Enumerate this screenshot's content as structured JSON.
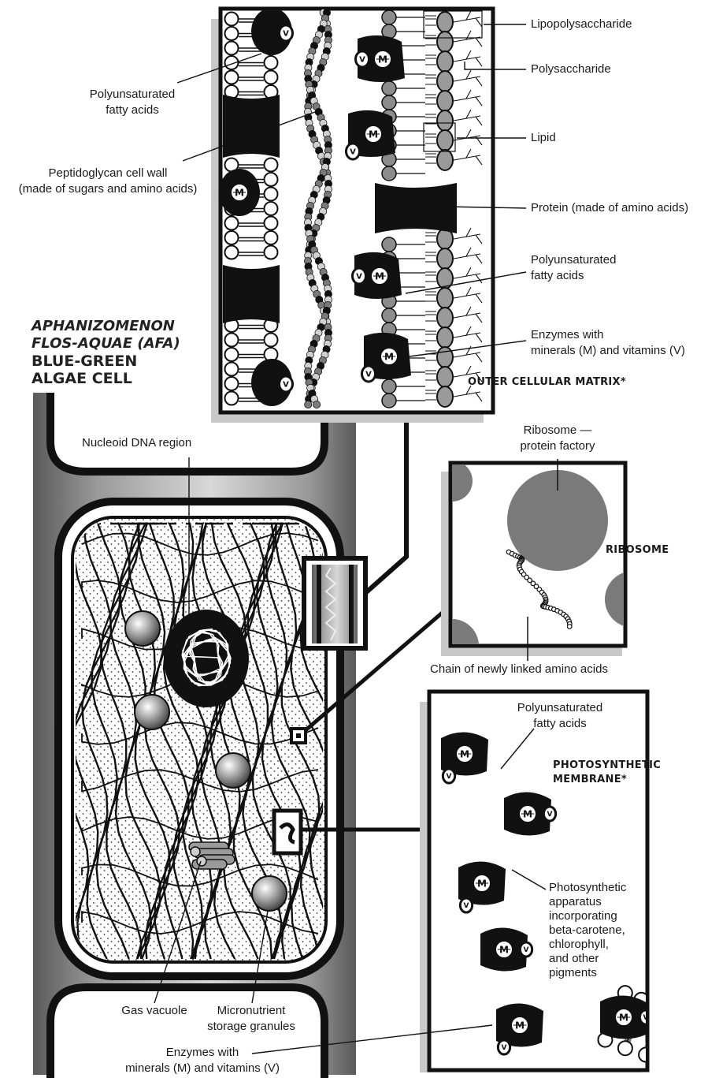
{
  "title": {
    "line1": "APHANIZOMENON",
    "line2": "FLOS-AQUAE (AFA)",
    "line3": "BLUE-GREEN",
    "line4": "ALGAE CELL"
  },
  "outer_matrix": {
    "heading": "OUTER CELLULAR MATRIX*",
    "labels": {
      "lipopolysaccharide": "Lipopolysaccharide",
      "polysaccharide": "Polysaccharide",
      "lipid": "Lipid",
      "protein": "Protein (made of amino acids)",
      "pufa_right_1": "Polyunsaturated",
      "pufa_right_2": "fatty acids",
      "enzymes_right_1": "Enzymes with",
      "enzymes_right_2": "minerals (M) and vitamins (V)",
      "pufa_left_1": "Polyunsaturated",
      "pufa_left_2": "fatty acids",
      "peptidoglycan_1": "Peptidoglycan cell wall",
      "peptidoglycan_2": "(made of sugars and amino acids)"
    }
  },
  "cell": {
    "nucleoid": "Nucleoid DNA region",
    "gas_vacuole": "Gas vacuole",
    "granules_1": "Micronutrient",
    "granules_2": "storage granules",
    "enzymes_1": "Enzymes with",
    "enzymes_2": "minerals (M) and vitamins (V)"
  },
  "ribosome": {
    "heading": "RIBOSOME",
    "factory_1": "Ribosome —",
    "factory_2": "protein factory",
    "chain": "Chain of newly linked amino acids"
  },
  "photo_membrane": {
    "heading_1": "PHOTOSYNTHETIC",
    "heading_2": "MEMBRANE*",
    "pufa_1": "Polyunsaturated",
    "pufa_2": "fatty acids",
    "apparatus": [
      "Photosynthetic",
      "apparatus",
      "incorporating",
      "beta-carotene,",
      "chlorophyll,",
      "and other",
      "pigments"
    ]
  },
  "glyphs": {
    "mineral": "M",
    "vitamin": "V"
  },
  "colors": {
    "ink": "#111111",
    "mid_gray": "#7a7a7a",
    "light_gray": "#bdbdbd",
    "shadow": "#c8c8c8"
  }
}
